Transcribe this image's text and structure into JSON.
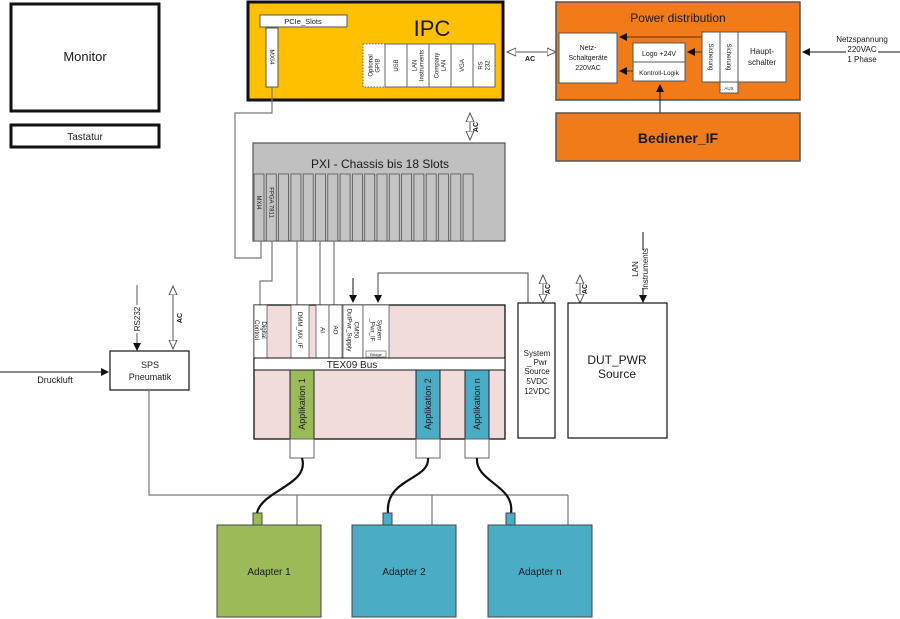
{
  "colors": {
    "ipc_fill": "#FFC000",
    "power_fill": "#F07B18",
    "pxi_fill": "#C0C0C0",
    "tex09_fill": "#F2DCDB",
    "green": "#9BBB59",
    "blue": "#4BACC6",
    "white": "#FFFFFF"
  },
  "monitor": {
    "label": "Monitor"
  },
  "keyboard": {
    "label": "Tastatur"
  },
  "ipc": {
    "title": "IPC",
    "pcie_label": "PCIe_Slots",
    "mxi_label": "MXI4",
    "ports": [
      "Optional GPIB",
      "USB",
      "LAN Instruments",
      "Company LAN",
      "VGA",
      "RS 232"
    ]
  },
  "ac_label": "AC",
  "power": {
    "title": "Power distribution",
    "netz_lines": [
      "Netz-",
      "Schaltgeräte",
      "220VAC"
    ],
    "logo_label": "Logo +24V",
    "kontroll_label": "Kontroll-Logik",
    "sicherung1": "Sicherung",
    "sicherung2": "Sicherung",
    "aux_label": "AUX",
    "haupt_lines": [
      "Haupt-",
      "schalter"
    ]
  },
  "mains": {
    "lines": [
      "Netzspannung",
      "220VAC",
      "1 Phase"
    ]
  },
  "operator_if": {
    "label": "Bediener_IF"
  },
  "pxi": {
    "title": "PXI - Chassis bis 18 Slots",
    "slot_count": 18,
    "slots": [
      "MXI4",
      "FPGA 7811"
    ]
  },
  "tex09": {
    "bus_label": "TEX09 Bus",
    "modules": [
      "Digital Control",
      "DMM_MX_IF",
      "AI",
      "AO",
      "CM50 DutPwr_Supply",
      "System _Pwr_IF"
    ],
    "bridge_label": "Bridge",
    "applications": [
      "Applikation 1",
      "Applikation 2",
      "Applikation n"
    ]
  },
  "system_pwr": {
    "lines": [
      "System",
      "_ Pwr",
      "Source",
      "5VDC",
      "12VDC"
    ]
  },
  "dut_pwr": {
    "lines": [
      "DUT_PWR",
      "Source"
    ],
    "lan_lines": [
      "LAN",
      "Instruments"
    ]
  },
  "sps": {
    "lines": [
      "SPS",
      "Pneumatik"
    ],
    "rs232_label": "RS232",
    "air_label": "Druckluft"
  },
  "adapters": [
    "Adapter 1",
    "Adapter 2",
    "Adapter n"
  ]
}
